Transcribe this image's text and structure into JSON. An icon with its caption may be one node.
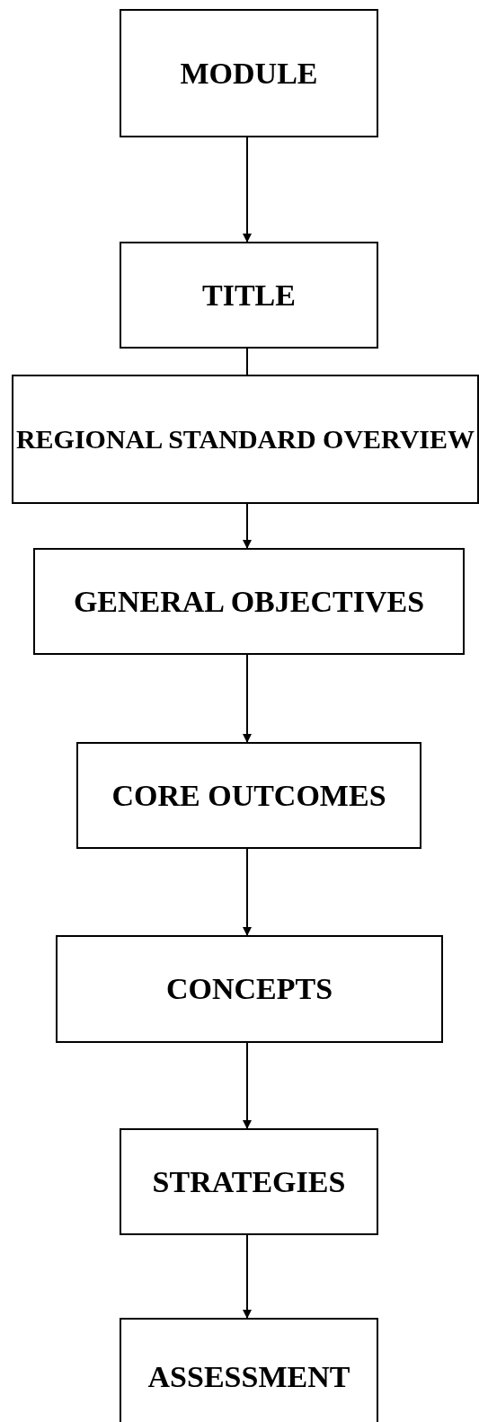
{
  "diagram": {
    "nodes": [
      {
        "text": [
          "MODULE"
        ]
      },
      {
        "text": [
          "TITLE"
        ]
      },
      {
        "text": [
          "REGIONAL STANDARD OVERVIEW"
        ]
      },
      {
        "text": [
          "GENERAL OBJECTIVES"
        ]
      },
      {
        "text": [
          "CORE OUTCOMES"
        ]
      },
      {
        "text": [
          "CONCEPTS"
        ]
      },
      {
        "text": [
          "STRATEGIES"
        ]
      },
      {
        "text": [
          "ASSESSMENT"
        ]
      }
    ],
    "edges": [
      {
        "from": 0,
        "to": 1,
        "arrow": "to"
      },
      {
        "from": 1,
        "to": 2,
        "arrow": "none"
      },
      {
        "from": 2,
        "to": 3,
        "arrow": "to"
      },
      {
        "from": 3,
        "to": 4,
        "arrow": "to"
      },
      {
        "from": 4,
        "to": 5,
        "arrow": "to"
      },
      {
        "from": 5,
        "to": 6,
        "arrow": "to"
      },
      {
        "from": 6,
        "to": 7,
        "arrow": "to"
      }
    ]
  }
}
